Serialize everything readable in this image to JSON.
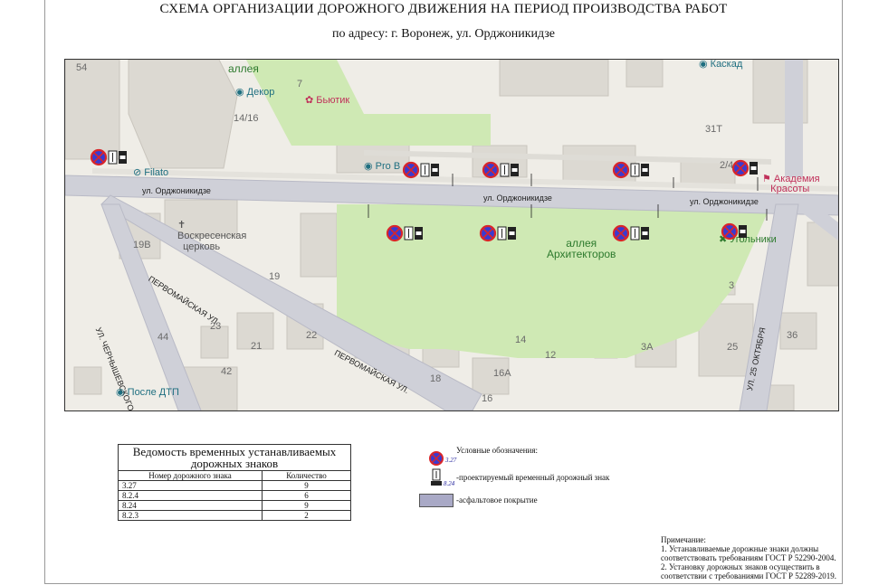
{
  "header": {
    "title": "СХЕМА  ОРГАНИЗАЦИИ ДОРОЖНОГО ДВИЖЕНИЯ НА ПЕРИОД ПРОИЗВОДСТВА РАБОТ",
    "address": "по адресу: г. Воронеж, ул. Орджоникидзе"
  },
  "map": {
    "streets": {
      "ordzh1": "ул. Орджоникидзе",
      "ordzh2": "ул. Орджоникидзе",
      "ordzh3": "ул. Орджоникидзе",
      "pervomay1": "ПЕРВОМАЙСКАЯ УЛ.",
      "pervomay2": "ПЕРВОМАЙСКАЯ УЛ.",
      "chernysh": "УЛ. ЧЕРНЫШЕВСКОГО",
      "oct25": "УЛ. 25 ОКТЯБРЯ"
    },
    "pois": {
      "alley_top": "аллея",
      "dekor": "Декор",
      "byutik": "Бьютик",
      "kaskad": "Каскад",
      "filato": "Filato",
      "probeauty": "Pro B",
      "church1": "Воскресенская",
      "church2": "церковь",
      "akademia1": "Академия",
      "akademia2": "Красоты",
      "ugolniki": "Угольники",
      "alley1": "аллея",
      "alley2": "Архитекторов",
      "posle_dtp": "После ДТП"
    },
    "numbers": [
      "54",
      "7",
      "14/16",
      "31Т",
      "2/4",
      "19В",
      "19",
      "3",
      "23",
      "21",
      "22",
      "44",
      "14",
      "12",
      "16А",
      "18",
      "16",
      "3А",
      "25",
      "36",
      "42"
    ],
    "colors": {
      "road": "#cfd0d8",
      "park": "#cfe9b4",
      "building": "#dddad4",
      "block": "#ebe9e3",
      "sign_red": "#d9262b",
      "sign_blue": "#3a3ad0"
    }
  },
  "sign_codes": {
    "a": "3.27",
    "b": "8.2.4",
    "c": "8.24"
  },
  "register": {
    "title": "Ведомость временных устанавливаемых дорожных знаков",
    "col_sign": "Номер дорожного знака",
    "col_qty": "Количество",
    "rows": [
      {
        "sign": "3.27",
        "qty": "9"
      },
      {
        "sign": "8.2.4",
        "qty": "6"
      },
      {
        "sign": "8.24",
        "qty": "9"
      },
      {
        "sign": "8.2.3",
        "qty": "2"
      }
    ]
  },
  "legend": {
    "title": "Условные обозначения:",
    "sign_a": "3.27",
    "sign_c": "8.24",
    "proj_sign": "-проектируемый временный дорожный знак",
    "asphalt": "-асфальтовое покрытие",
    "asphalt_color": "#a9a9c6"
  },
  "notes": {
    "title": "Примечание:",
    "n1a": "1.  Устанавливаемые дорожные знаки должны",
    "n1b": "     соответствовать требованиям ГОСТ Р 52290-2004.",
    "n2a": "2.  Установку дорожных знаков осуществить в",
    "n2b": "     соответствии с требованиями ГОСТ Р 52289-2019."
  }
}
